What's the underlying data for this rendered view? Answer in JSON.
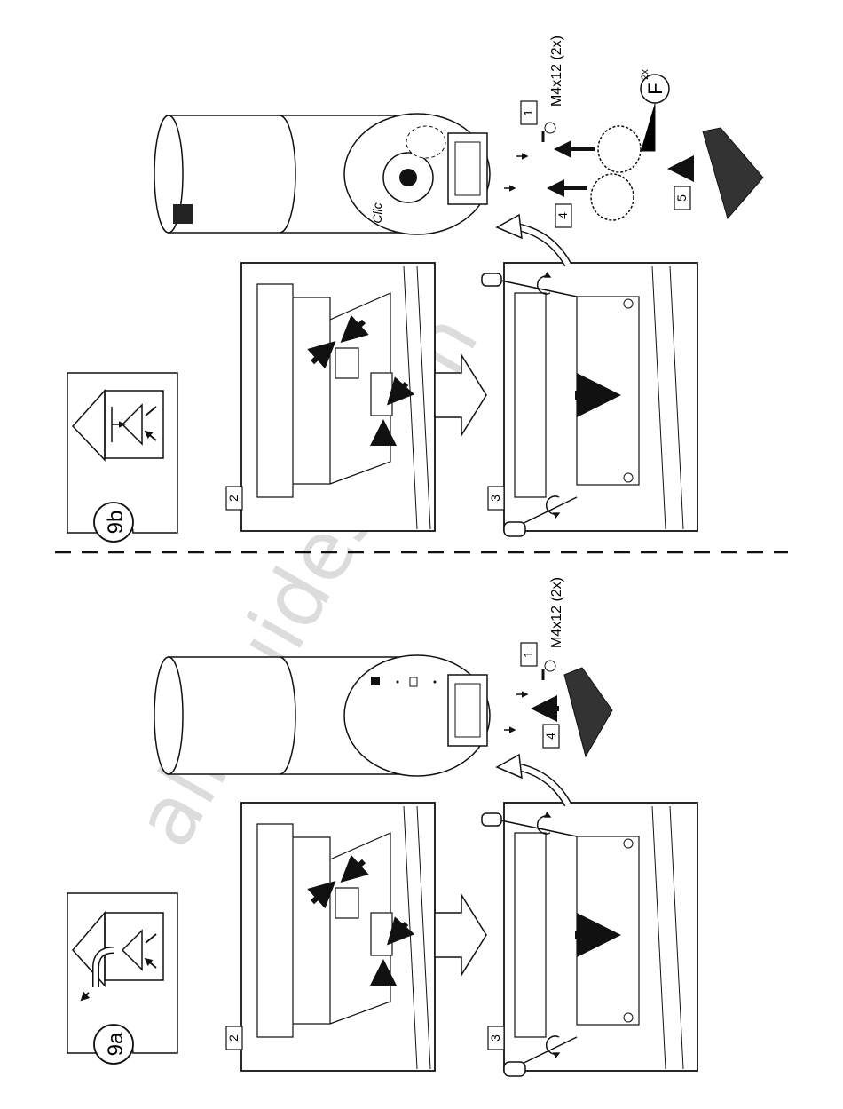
{
  "sections": {
    "a": {
      "badge": "9a",
      "steps": {
        "s1": "1",
        "s2": "2",
        "s3": "3",
        "s4": "4"
      },
      "screw_label": "M4x12 (2x)"
    },
    "b": {
      "badge": "9b",
      "steps": {
        "s1": "1",
        "s2": "2",
        "s3": "3",
        "s4": "4",
        "s5": "5"
      },
      "screw_label": "M4x12 (2x)",
      "clic_label": "Clic",
      "filter_label": "F",
      "filter_qty": "2x"
    }
  },
  "watermark": "all-guides.com",
  "colors": {
    "line": "#111111",
    "fill": "#ffffff",
    "watermark": "#d9d9d9"
  }
}
